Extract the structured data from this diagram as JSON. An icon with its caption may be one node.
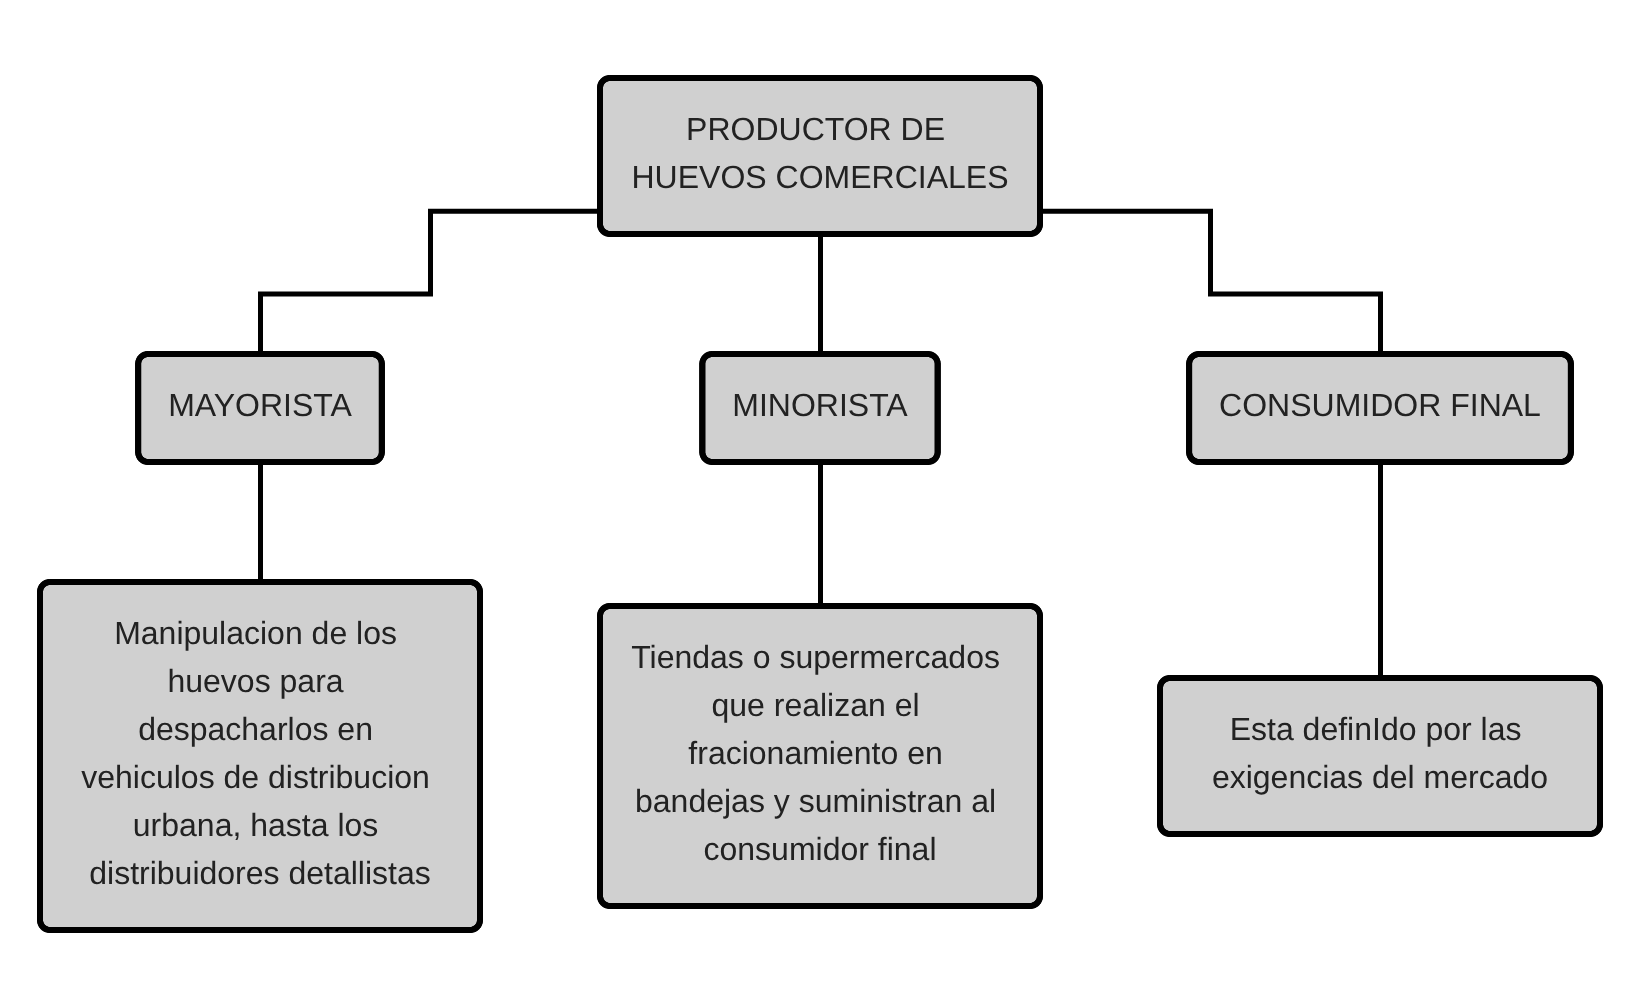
{
  "diagram": {
    "nodes": [
      {
        "text": [
          "PRODUCTOR DE HUEVOS COMERCIALES"
        ]
      },
      {
        "text": [
          "MAYORISTA"
        ]
      },
      {
        "text": [
          "MINORISTA"
        ]
      },
      {
        "text": [
          "CONSUMIDOR FINAL"
        ]
      },
      {
        "text": [
          "Manipulacion de los huevos para despacharlos en vehiculos de distribucion urbana, hasta los distribuidores detallistas"
        ]
      },
      {
        "text": [
          "Tiendas o supermercados que realizan el fracionamiento en bandejas y suministran al consumidor final"
        ]
      },
      {
        "text": [
          "Esta definIdo por las exigencias del mercado"
        ]
      }
    ],
    "edges": [
      {
        "from": 0,
        "to": 1,
        "arrow": "none"
      },
      {
        "from": 0,
        "to": 2,
        "arrow": "none"
      },
      {
        "from": 0,
        "to": 3,
        "arrow": "none"
      },
      {
        "from": 1,
        "to": 4,
        "arrow": "none"
      },
      {
        "from": 2,
        "to": 5,
        "arrow": "none"
      },
      {
        "from": 3,
        "to": 6,
        "arrow": "none"
      }
    ]
  }
}
